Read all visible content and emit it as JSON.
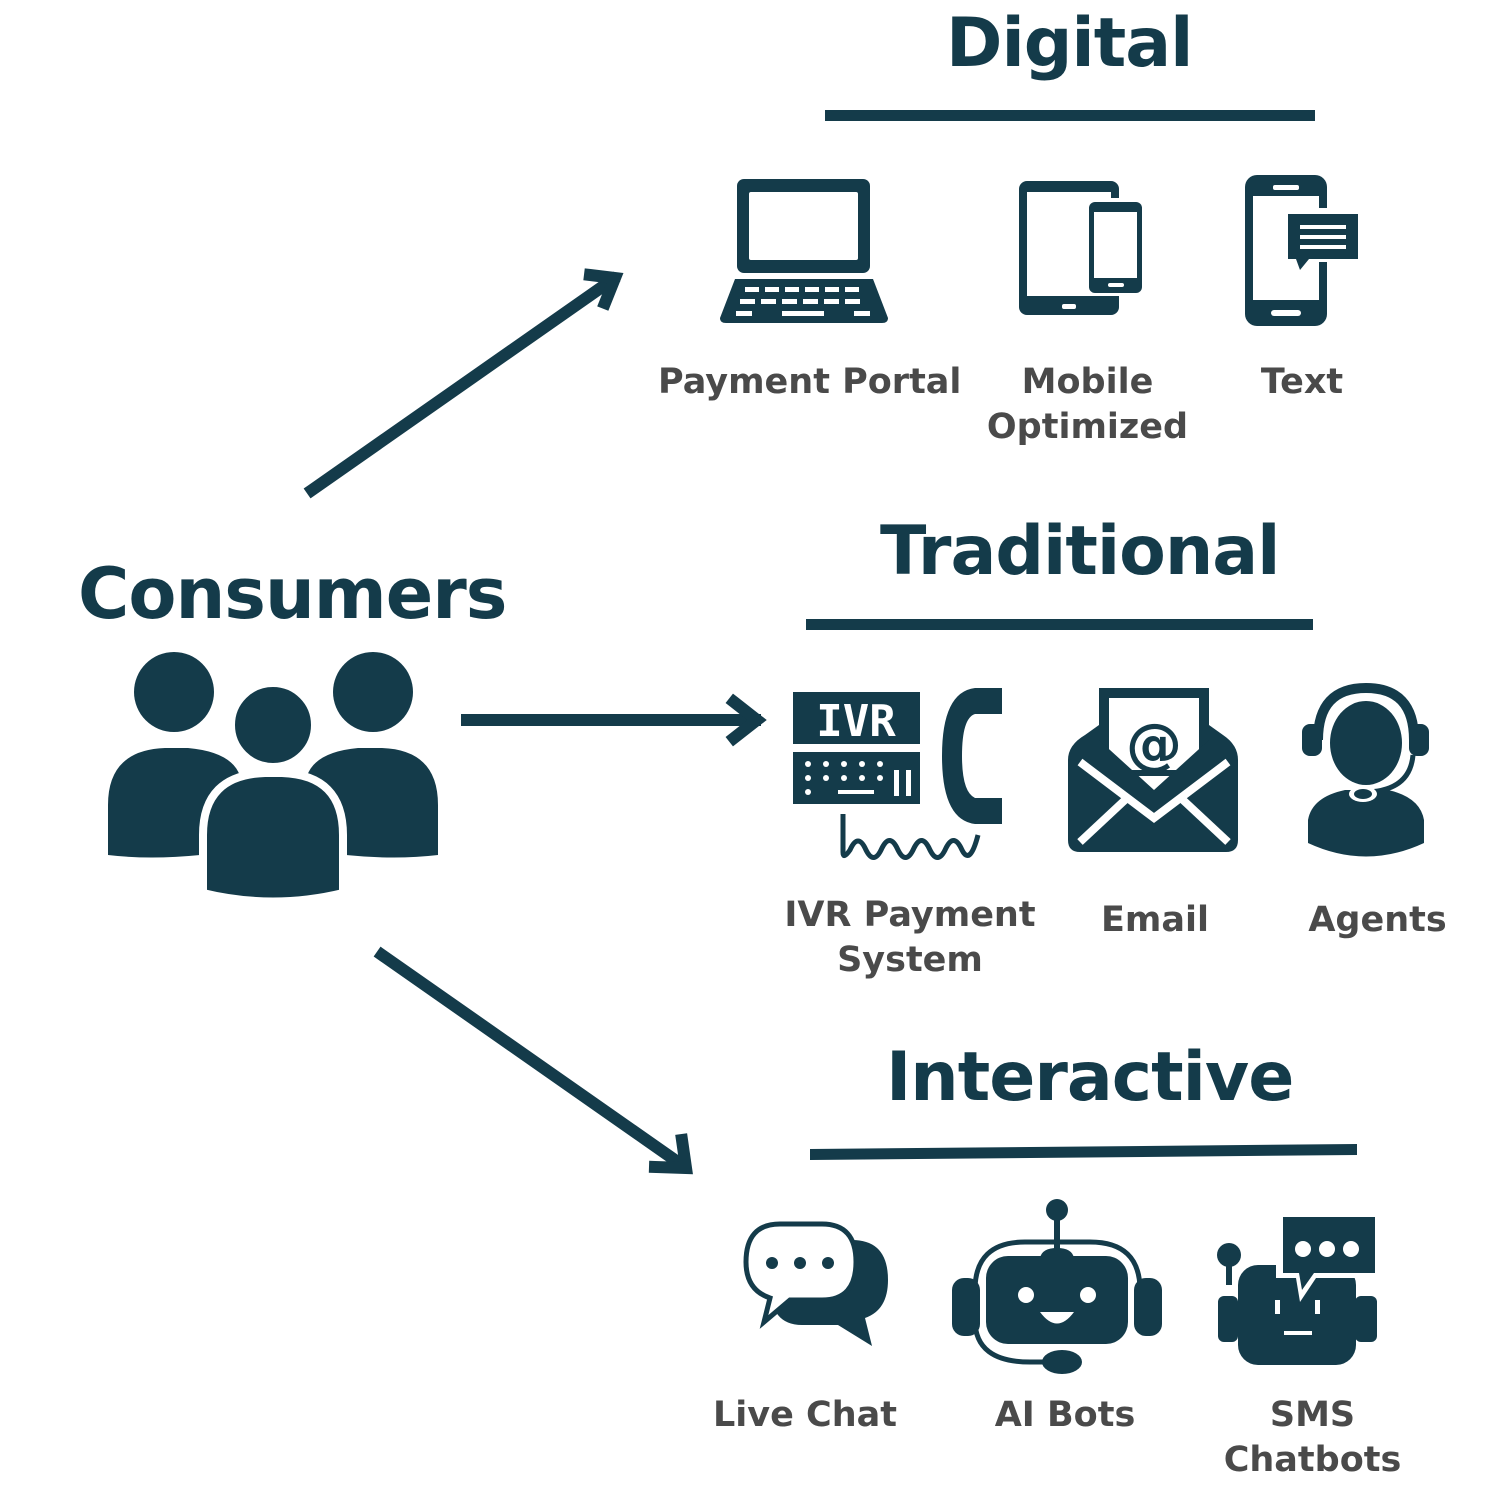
{
  "consumers": {
    "title": "Consumers"
  },
  "sections": {
    "digital": {
      "heading": "Digital",
      "items": [
        {
          "label": "Payment Portal",
          "icon": "laptop-icon"
        },
        {
          "label_line1": "Mobile",
          "label_line2": "Optimized",
          "icon": "tablet-phone-icon"
        },
        {
          "label": "Text",
          "icon": "phone-message-icon"
        }
      ]
    },
    "traditional": {
      "heading": "Traditional",
      "items": [
        {
          "label_line1": "IVR Payment",
          "label_line2": "System",
          "icon": "ivr-phone-icon",
          "icon_text": "IVR"
        },
        {
          "label": "Email",
          "icon": "email-icon",
          "icon_text": "@"
        },
        {
          "label": "Agents",
          "icon": "agent-headset-icon"
        }
      ]
    },
    "interactive": {
      "heading": "Interactive",
      "items": [
        {
          "label": "Live Chat",
          "icon": "chat-bubbles-icon"
        },
        {
          "label": "AI Bots",
          "icon": "robot-icon"
        },
        {
          "label_line1": "SMS",
          "label_line2": "Chatbots",
          "icon": "sms-chatbot-icon"
        }
      ]
    }
  },
  "colors": {
    "primary": "#143b4a",
    "label": "#4a4a4a",
    "background": "#ffffff"
  }
}
